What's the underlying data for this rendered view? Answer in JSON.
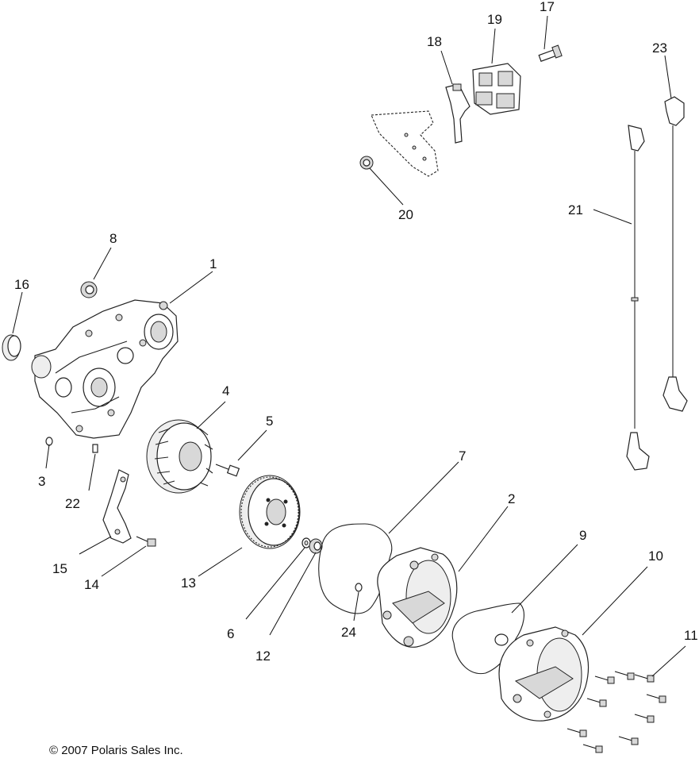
{
  "callouts": {
    "c1": "1",
    "c2": "2",
    "c3": "3",
    "c4": "4",
    "c5": "5",
    "c6": "6",
    "c7": "7",
    "c8": "8",
    "c9": "9",
    "c10": "10",
    "c11": "11",
    "c12": "12",
    "c13": "13",
    "c14": "14",
    "c15": "15",
    "c16": "16",
    "c17": "17",
    "c18": "18",
    "c19": "19",
    "c20": "20",
    "c21": "21",
    "c22": "22",
    "c23": "23",
    "c24": "24"
  },
  "copyright": "© 2007 Polaris Sales Inc."
}
